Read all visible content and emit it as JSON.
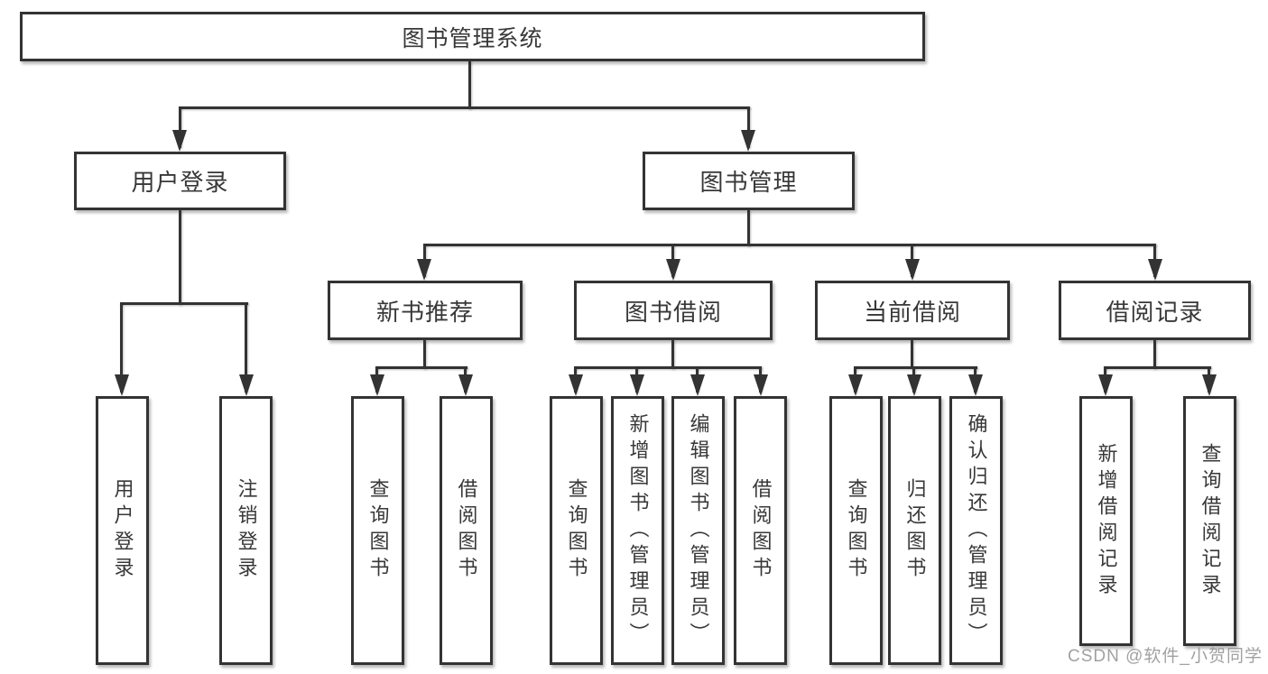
{
  "diagram_title": "图书管理系统",
  "tree": {
    "root": {
      "label": "图书管理系统"
    },
    "branches": [
      {
        "label": "用户登录",
        "children": [
          {
            "label": "用户登录"
          },
          {
            "label": "注销登录"
          }
        ]
      },
      {
        "label": "图书管理",
        "children": [
          {
            "label": "新书推荐",
            "children": [
              {
                "label": "查询图书"
              },
              {
                "label": "借阅图书"
              }
            ]
          },
          {
            "label": "图书借阅",
            "children": [
              {
                "label": "查询图书"
              },
              {
                "label": "新增图书（管理员）"
              },
              {
                "label": "编辑图书（管理员）"
              },
              {
                "label": "借阅图书"
              }
            ]
          },
          {
            "label": "当前借阅",
            "children": [
              {
                "label": "查询图书"
              },
              {
                "label": "归还图书"
              },
              {
                "label": "确认归还（管理员）"
              }
            ]
          },
          {
            "label": "借阅记录",
            "children": [
              {
                "label": "新增借阅记录"
              },
              {
                "label": "查询借阅记录"
              }
            ]
          }
        ]
      }
    ]
  },
  "watermark": {
    "text": "CSDN @软件_小贺同学"
  },
  "colors": {
    "line": "#333333",
    "box_border": "#333333",
    "box_fill": "#ffffff",
    "text": "#383838",
    "watermark": "#919191",
    "background": "#ffffff"
  }
}
